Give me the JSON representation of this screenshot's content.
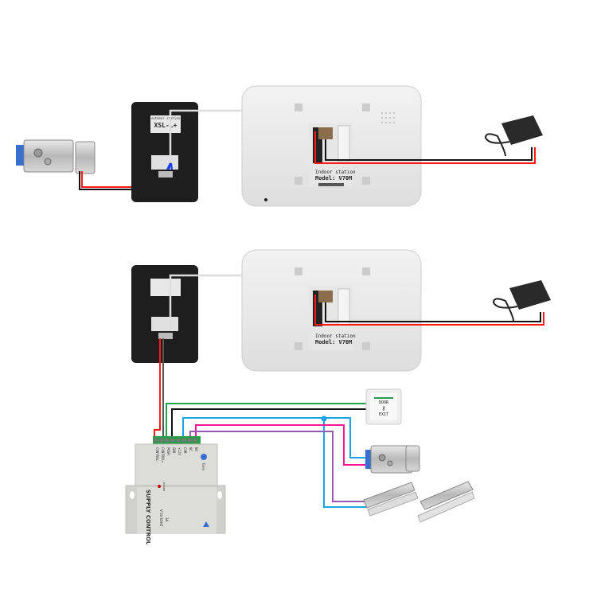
{
  "outdoor_unit": {
    "brand_line": "outdoor station",
    "model": "XSL-L+"
  },
  "indoor_monitor": {
    "title": "Indoor station",
    "model": "Model: V70M"
  },
  "exit_button": {
    "line1": "DOOR",
    "line2": "EXIT"
  },
  "power_supply": {
    "title": "SUPPLY CONTROL",
    "power_led": "POWER",
    "time_knob": "Time",
    "spec1": "V 50-60HZ",
    "spec2": "3A",
    "terminals": [
      "CONTROL-",
      "CONTROL+",
      "PUSH",
      "GND",
      "+12V",
      "COM",
      "NC",
      "NO"
    ]
  },
  "wire_colors": {
    "red": "#ff1a1a",
    "black": "#111111",
    "white": "#d8d8d8",
    "green": "#1fa84a",
    "blue": "#1aa3e8",
    "pink": "#ff1493",
    "purple": "#9b59b6"
  }
}
